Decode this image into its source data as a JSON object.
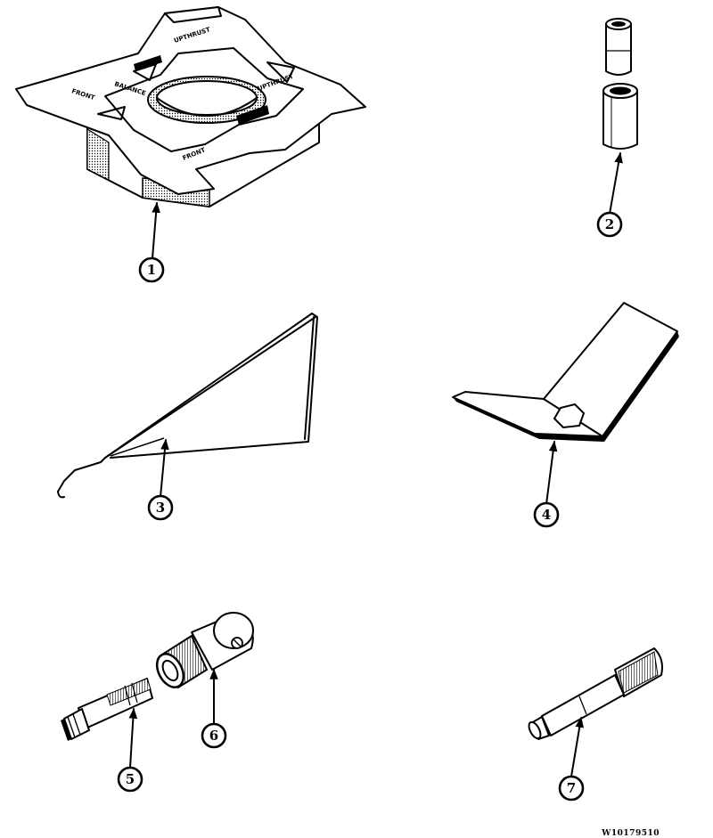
{
  "callouts": [
    {
      "id": "1",
      "label": "1"
    },
    {
      "id": "2",
      "label": "2"
    },
    {
      "id": "3",
      "label": "3"
    },
    {
      "id": "4",
      "label": "4"
    },
    {
      "id": "5",
      "label": "5"
    },
    {
      "id": "6",
      "label": "6"
    },
    {
      "id": "7",
      "label": "7"
    }
  ],
  "tool1_labels": {
    "top": "UPTHRUST",
    "left": "FRONT",
    "inner_left": "BALANCE",
    "right": "UPTHRUST",
    "bottom": "FRONT"
  },
  "drawing_code": "W10179510"
}
